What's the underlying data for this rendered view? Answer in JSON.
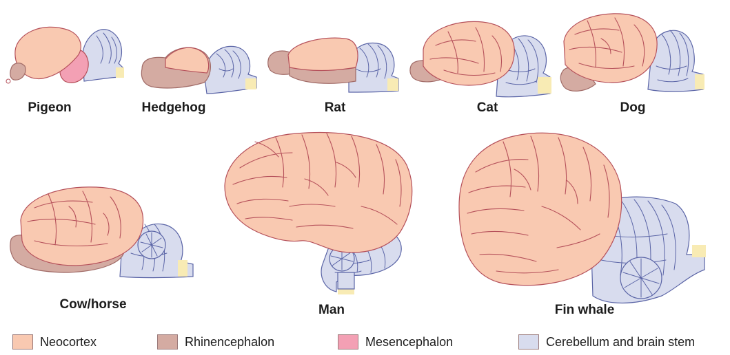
{
  "animals": {
    "pigeon": "Pigeon",
    "hedgehog": "Hedgehog",
    "rat": "Rat",
    "cat": "Cat",
    "dog": "Dog",
    "cow_horse": "Cow/horse",
    "man": "Man",
    "fin_whale": "Fin whale"
  },
  "legend": [
    {
      "label": "Neocortex",
      "color": "#f9c9b1"
    },
    {
      "label": "Rhinencephalon",
      "color": "#d4aba2"
    },
    {
      "label": "Mesencephalon",
      "color": "#f3a0b4"
    },
    {
      "label": "Cerebellum and brain stem",
      "color": "#d8dcee"
    }
  ],
  "colors": {
    "neocortex": "#f9c9b1",
    "rhinencephalon": "#d4aba2",
    "mesencephalon": "#f3a0b4",
    "cerebellum_brainstem": "#d8dcee",
    "spinal_cord": "#f8ebb4",
    "outline_cortex": "#b5505a",
    "outline_stem": "#5a64a6"
  }
}
